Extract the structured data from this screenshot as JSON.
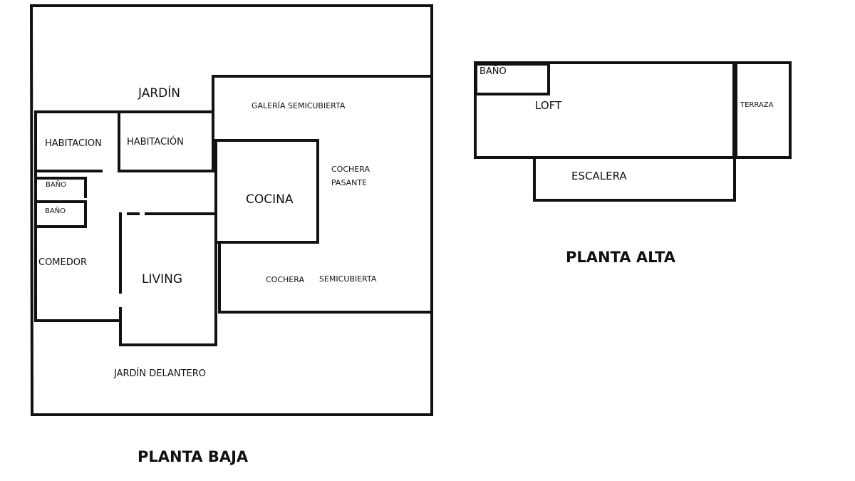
{
  "diagram": {
    "ground_floor": {
      "title": "PLANTA BAJA",
      "rooms": {
        "jardin": "JARDÍN",
        "galeria": "GALERÍA SEMICUBIERTA",
        "habitacion_1": "HABITACION",
        "habitacion_2": "HABITACIÓN",
        "bano_1": "BAÑO",
        "bano_2": "BAÑO",
        "cocina": "COCINA",
        "cochera_pasante_1": "COCHERA",
        "cochera_pasante_2": "PASANTE",
        "comedor": "COMEDOR",
        "living": "LIVING",
        "cochera_semi_1": "COCHERA",
        "cochera_semi_2": "SEMICUBIERTA",
        "jardin_delantero": "JARDÍN DELANTERO"
      }
    },
    "upper_floor": {
      "title": "PLANTA ALTA",
      "rooms": {
        "bano": "BAÑO",
        "loft": "LOFT",
        "terraza": "TERRAZA",
        "escalera": "ESCALERA"
      }
    },
    "colors": {
      "wall": "#111111",
      "background": "#ffffff"
    }
  }
}
